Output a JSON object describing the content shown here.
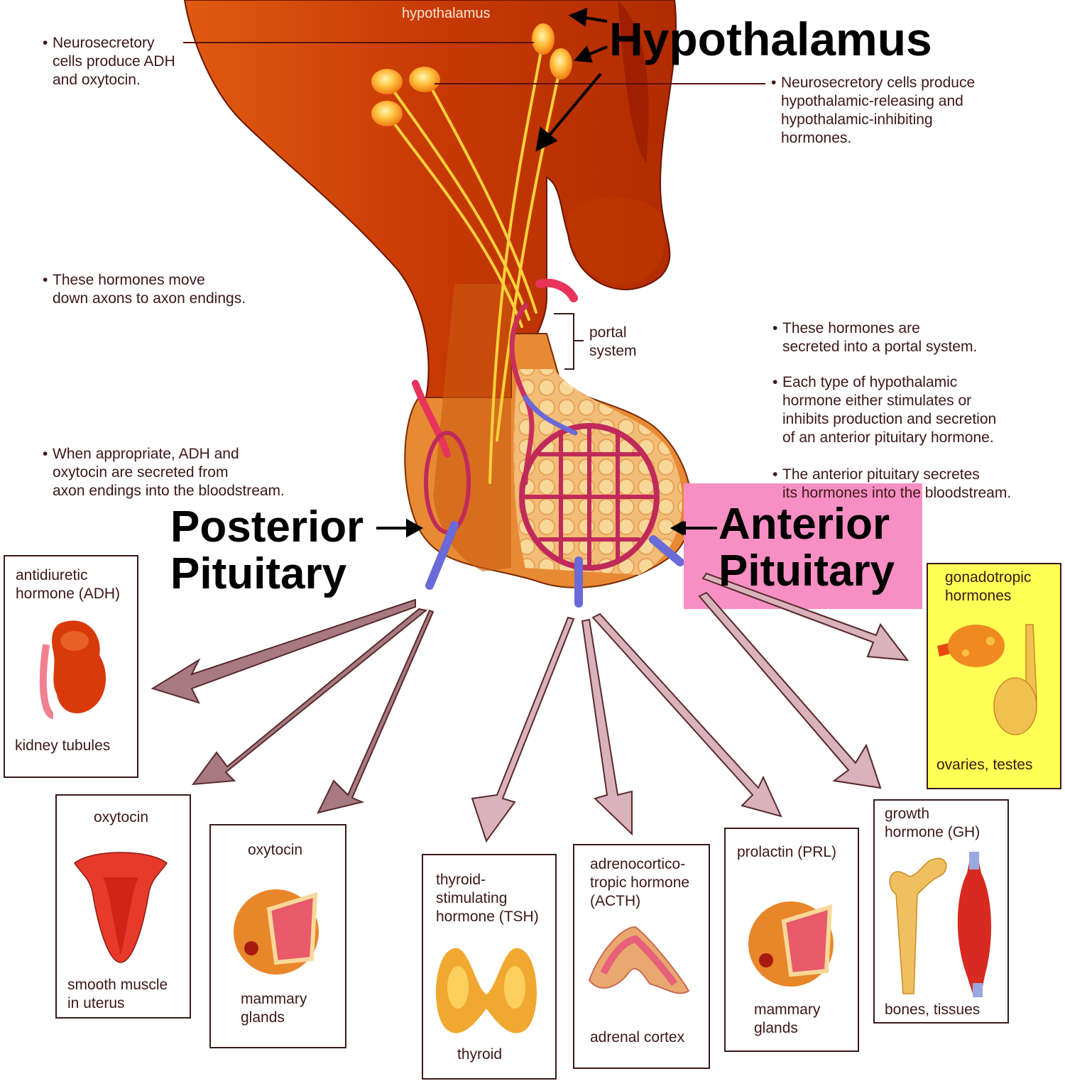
{
  "labels": {
    "hypothalamus_small": "hypothalamus",
    "hypothalamus_big": "Hypothalamus",
    "posterior_line1": "Posterior",
    "posterior_line2": "Pituitary",
    "anterior_line1": "Anterior",
    "anterior_line2": "Pituitary",
    "portal_system": "portal\nsystem"
  },
  "notes": {
    "left": [
      "Neurosecretory\ncells produce ADH\nand oxytocin.",
      "These hormones move\ndown axons to axon endings.",
      "When appropriate, ADH and\noxytocin are secreted from\naxon endings into the bloodstream."
    ],
    "right": [
      "Neurosecretory cells produce\nhypothalamic-releasing and\nhypothalamic-inhibiting\nhormones.",
      "These hormones are\nsecreted into a portal system.",
      "Each type of hypothalamic\nhormone either stimulates or\ninhibits production and secretion\nof an anterior pituitary hormone.",
      "The anterior pituitary secretes\nits hormones into the bloodstream."
    ],
    "bullet": "•"
  },
  "targets": [
    {
      "hormone": "antidiuretic\nhormone (ADH)",
      "organ": "kidney tubules",
      "icon": "kidney-icon",
      "source": "posterior"
    },
    {
      "hormone": "oxytocin",
      "organ": "smooth muscle\nin uterus",
      "icon": "uterus-icon",
      "source": "posterior"
    },
    {
      "hormone": "oxytocin",
      "organ": "mammary\nglands",
      "icon": "mammary-gland-icon",
      "source": "posterior"
    },
    {
      "hormone": "thyroid-\nstimulating\nhormone (TSH)",
      "organ": "thyroid",
      "icon": "thyroid-icon",
      "source": "anterior"
    },
    {
      "hormone": "adrenocortico-\ntropic hormone\n(ACTH)",
      "organ": "adrenal cortex",
      "icon": "adrenal-icon",
      "source": "anterior"
    },
    {
      "hormone": "prolactin (PRL)",
      "organ": "mammary\nglands",
      "icon": "mammary-gland-icon",
      "source": "anterior"
    },
    {
      "hormone": "growth\nhormone (GH)",
      "organ": "bones, tissues",
      "icon": "bone-muscle-icon",
      "source": "anterior"
    },
    {
      "hormone": "gonadotropic\nhormones",
      "organ": "ovaries, testes",
      "icon": "gonads-icon",
      "source": "anterior",
      "highlight": "#ffff55"
    }
  ],
  "colors": {
    "tissue_dark": "#b83200",
    "tissue_mid": "#d8480a",
    "tissue_light": "#e8843a",
    "axon": "#ffd23a",
    "artery": "#e8335a",
    "vein": "#6a6ad8",
    "arrow_fill": "#a67a80",
    "arrow_fill_light": "#d9b2bc",
    "highlight_pink": "#f78fc4",
    "highlight_yellow": "#ffff55",
    "text": "#3d1717"
  }
}
